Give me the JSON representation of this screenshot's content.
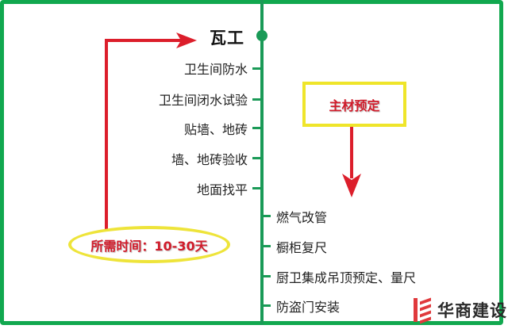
{
  "diagram": {
    "title": "瓦工",
    "left_items": [
      {
        "label": "卫生间防水"
      },
      {
        "label": "卫生间闭水试验"
      },
      {
        "label": "贴墙、地砖"
      },
      {
        "label": "墙、地砖验收"
      },
      {
        "label": "地面找平"
      }
    ],
    "right_items": [
      {
        "label": "燃气改管"
      },
      {
        "label": "橱柜复尺"
      },
      {
        "label": "厨卫集成吊顶预定、量尺"
      },
      {
        "label": "防盗门安装"
      }
    ],
    "callout_box": {
      "label": "主材预定"
    },
    "duration_ellipse": {
      "label": "所需时间：10-30天"
    },
    "logo": {
      "text": "华商建设"
    },
    "colors": {
      "frame": "#11a84f",
      "spine": "#1a9a57",
      "arrow": "#dc1e2b",
      "highlight_border": "#efe52a",
      "callout_text": "#d11b2a"
    }
  }
}
